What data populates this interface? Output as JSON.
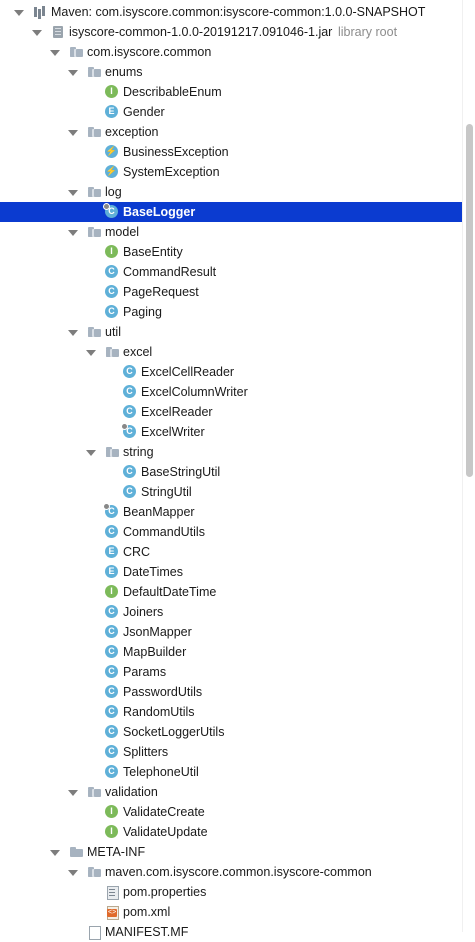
{
  "tree": {
    "rows": [
      {
        "label": "Maven: com.isyscore.common:isyscore-common:1.0.0-SNAPSHOT",
        "icon": "maven-library-icon",
        "level": 0,
        "expanded": true
      },
      {
        "label": "isyscore-common-1.0.0-20191217.091046-1.jar",
        "suffix": "library root",
        "icon": "jar-icon",
        "level": 1,
        "expanded": true
      },
      {
        "label": "com.isyscore.common",
        "icon": "package-icon",
        "level": 2,
        "expanded": true
      },
      {
        "label": "enums",
        "icon": "package-icon",
        "level": 3,
        "expanded": true
      },
      {
        "label": "DescribableEnum",
        "icon": "interface-icon",
        "level": 4
      },
      {
        "label": "Gender",
        "icon": "enum-icon",
        "level": 4
      },
      {
        "label": "exception",
        "icon": "package-icon",
        "level": 3,
        "expanded": true
      },
      {
        "label": "BusinessException",
        "icon": "exception-class-icon",
        "level": 4
      },
      {
        "label": "SystemException",
        "icon": "exception-class-icon",
        "level": 4
      },
      {
        "label": "log",
        "icon": "package-icon",
        "level": 3,
        "expanded": true
      },
      {
        "label": "BaseLogger",
        "icon": "abstract-class-icon",
        "level": 4,
        "selected": true
      },
      {
        "label": "model",
        "icon": "package-icon",
        "level": 3,
        "expanded": true
      },
      {
        "label": "BaseEntity",
        "icon": "interface-icon",
        "level": 4
      },
      {
        "label": "CommandResult",
        "icon": "class-icon",
        "level": 4
      },
      {
        "label": "PageRequest",
        "icon": "class-icon",
        "level": 4
      },
      {
        "label": "Paging",
        "icon": "class-icon",
        "level": 4
      },
      {
        "label": "util",
        "icon": "package-icon",
        "level": 3,
        "expanded": true
      },
      {
        "label": "excel",
        "icon": "package-icon",
        "level": 4,
        "expanded": true
      },
      {
        "label": "ExcelCellReader",
        "icon": "class-icon",
        "level": 5
      },
      {
        "label": "ExcelColumnWriter",
        "icon": "class-icon",
        "level": 5
      },
      {
        "label": "ExcelReader",
        "icon": "class-icon",
        "level": 5
      },
      {
        "label": "ExcelWriter",
        "icon": "abstract-class-icon",
        "level": 5
      },
      {
        "label": "string",
        "icon": "package-icon",
        "level": 4,
        "expanded": true
      },
      {
        "label": "BaseStringUtil",
        "icon": "class-icon",
        "level": 5
      },
      {
        "label": "StringUtil",
        "icon": "class-icon",
        "level": 5
      },
      {
        "label": "BeanMapper",
        "icon": "abstract-class-icon",
        "level": 4
      },
      {
        "label": "CommandUtils",
        "icon": "class-icon",
        "level": 4
      },
      {
        "label": "CRC",
        "icon": "enum-icon",
        "level": 4
      },
      {
        "label": "DateTimes",
        "icon": "enum-icon",
        "level": 4
      },
      {
        "label": "DefaultDateTime",
        "icon": "interface-icon",
        "level": 4
      },
      {
        "label": "Joiners",
        "icon": "class-icon",
        "level": 4
      },
      {
        "label": "JsonMapper",
        "icon": "class-icon",
        "level": 4
      },
      {
        "label": "MapBuilder",
        "icon": "class-icon",
        "level": 4
      },
      {
        "label": "Params",
        "icon": "class-icon",
        "level": 4
      },
      {
        "label": "PasswordUtils",
        "icon": "class-icon",
        "level": 4
      },
      {
        "label": "RandomUtils",
        "icon": "class-icon",
        "level": 4
      },
      {
        "label": "SocketLoggerUtils",
        "icon": "class-icon",
        "level": 4
      },
      {
        "label": "Splitters",
        "icon": "class-icon",
        "level": 4
      },
      {
        "label": "TelephoneUtil",
        "icon": "class-icon",
        "level": 4
      },
      {
        "label": "validation",
        "icon": "package-icon",
        "level": 3,
        "expanded": true
      },
      {
        "label": "ValidateCreate",
        "icon": "interface-icon",
        "level": 4
      },
      {
        "label": "ValidateUpdate",
        "icon": "interface-icon",
        "level": 4
      },
      {
        "label": "META-INF",
        "icon": "folder-icon",
        "level": 2,
        "expanded": true
      },
      {
        "label": "maven.com.isyscore.common.isyscore-common",
        "icon": "package-icon",
        "level": 3,
        "expanded": true
      },
      {
        "label": "pom.properties",
        "icon": "properties-file-icon",
        "level": 4
      },
      {
        "label": "pom.xml",
        "icon": "xml-file-icon",
        "level": 4
      },
      {
        "label": "MANIFEST.MF",
        "icon": "file-icon",
        "level": 3
      }
    ]
  },
  "colors": {
    "selection": "#0b3bd0",
    "class_icon": "#5fb0d8",
    "interface_icon": "#7dba5a"
  }
}
